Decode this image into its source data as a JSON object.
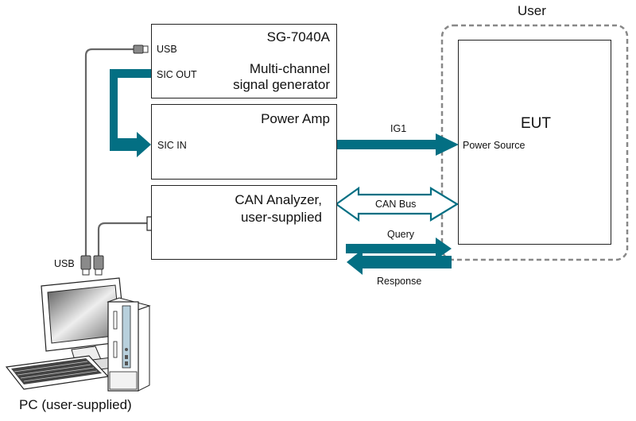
{
  "colors": {
    "accent": "#036f83",
    "cable": "#666666",
    "dashed_border": "#888888",
    "box_border": "#222222"
  },
  "signal_generator": {
    "model": "SG-7040A",
    "description_line1": "Multi-channel",
    "description_line2": "signal generator",
    "ports": {
      "usb": "USB",
      "sic_out": "SIC OUT"
    }
  },
  "power_amp": {
    "title": "Power Amp",
    "ports": {
      "sic_in": "SIC IN"
    }
  },
  "can_analyzer": {
    "title_line1": "CAN Analyzer,",
    "title_line2": "user-supplied"
  },
  "user_area": {
    "label": "User",
    "eut": {
      "title": "EUT",
      "port": "Power Source"
    }
  },
  "connections": {
    "ig1": "IG1",
    "can_bus": "CAN Bus",
    "query": "Query",
    "response": "Response"
  },
  "pc": {
    "usb_label": "USB",
    "caption": "PC (user-supplied)"
  },
  "icons": [
    "usb-connector-icon",
    "pc-computer-icon",
    "monitor-icon",
    "keyboard-icon",
    "tower-case-icon"
  ]
}
